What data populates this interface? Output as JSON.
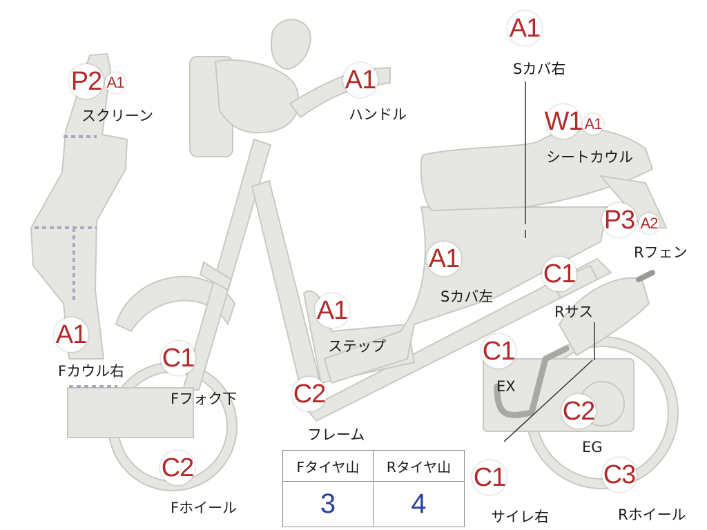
{
  "colors": {
    "part_fill": "#e6e6e2",
    "part_stroke": "#c9c9c4",
    "marker_text": "#b02a2a",
    "tire_value": "#2a3f9a",
    "label_text": "#1a1a1a"
  },
  "markers": [
    {
      "id": "p2-screen",
      "grade": "P2",
      "size": "big"
    },
    {
      "id": "a1-screen",
      "grade": "A1",
      "size": "small"
    },
    {
      "id": "a1-handle",
      "grade": "A1",
      "size": "big"
    },
    {
      "id": "a1-scover-right",
      "grade": "A1",
      "size": "big"
    },
    {
      "id": "w1-seat",
      "grade": "W1",
      "size": "big"
    },
    {
      "id": "a1-seat",
      "grade": "A1",
      "size": "small"
    },
    {
      "id": "p3-rfender",
      "grade": "P3",
      "size": "big"
    },
    {
      "id": "a2-rfender",
      "grade": "A2",
      "size": "small"
    },
    {
      "id": "a1-scover-left",
      "grade": "A1",
      "size": "big"
    },
    {
      "id": "c1-rsus",
      "grade": "C1",
      "size": "big"
    },
    {
      "id": "a1-step",
      "grade": "A1",
      "size": "big"
    },
    {
      "id": "a1-fcowl",
      "grade": "A1",
      "size": "big"
    },
    {
      "id": "c1-ffork",
      "grade": "C1",
      "size": "big"
    },
    {
      "id": "c1-ex",
      "grade": "C1",
      "size": "big"
    },
    {
      "id": "c2-frame",
      "grade": "C2",
      "size": "big"
    },
    {
      "id": "c2-eg",
      "grade": "C2",
      "size": "big"
    },
    {
      "id": "c2-fwheel",
      "grade": "C2",
      "size": "big"
    },
    {
      "id": "c1-muffler",
      "grade": "C1",
      "size": "big"
    },
    {
      "id": "c3-rwheel",
      "grade": "C3",
      "size": "big"
    }
  ],
  "parts": [
    {
      "id": "screen",
      "label": "スクリーン"
    },
    {
      "id": "handle",
      "label": "ハンドル"
    },
    {
      "id": "scover-right",
      "label": "Sカバ右"
    },
    {
      "id": "seat-cowl",
      "label": "シートカウル"
    },
    {
      "id": "rfender",
      "label": "Rフェン"
    },
    {
      "id": "scover-left",
      "label": "Sカバ左"
    },
    {
      "id": "rsus",
      "label": "Rサス"
    },
    {
      "id": "step",
      "label": "ステップ"
    },
    {
      "id": "fcowl-right",
      "label": "Fカウル右"
    },
    {
      "id": "ffork-lower",
      "label": "Fフォク下"
    },
    {
      "id": "ex",
      "label": "EX"
    },
    {
      "id": "frame",
      "label": "フレーム"
    },
    {
      "id": "eg",
      "label": "EG"
    },
    {
      "id": "fwheel",
      "label": "Fホイール"
    },
    {
      "id": "muffler-right",
      "label": "サイレ右"
    },
    {
      "id": "rwheel",
      "label": "Rホイール"
    }
  ],
  "tire_table": {
    "headers": [
      "Fタイヤ山",
      "Rタイヤ山"
    ],
    "values": [
      "3",
      "4"
    ]
  }
}
